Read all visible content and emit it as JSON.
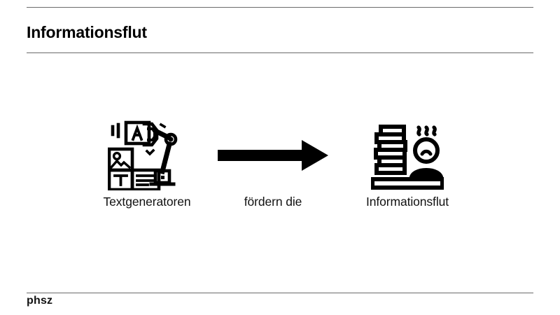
{
  "slide": {
    "title": "Informationsflut",
    "footer_logo": "phsz"
  },
  "diagram": {
    "type": "flow",
    "nodes": [
      {
        "id": "source",
        "label": "Textgeneratoren",
        "icon": "robot-arm-content-blocks-icon"
      },
      {
        "id": "relation",
        "label": "fördern die",
        "icon": "right-arrow-icon"
      },
      {
        "id": "target",
        "label": "Informationsflut",
        "icon": "overwhelmed-person-document-stack-icon"
      }
    ]
  },
  "colors": {
    "background": "#ffffff",
    "text": "#000000",
    "rule": "#6b6b6b",
    "icon": "#000000"
  }
}
